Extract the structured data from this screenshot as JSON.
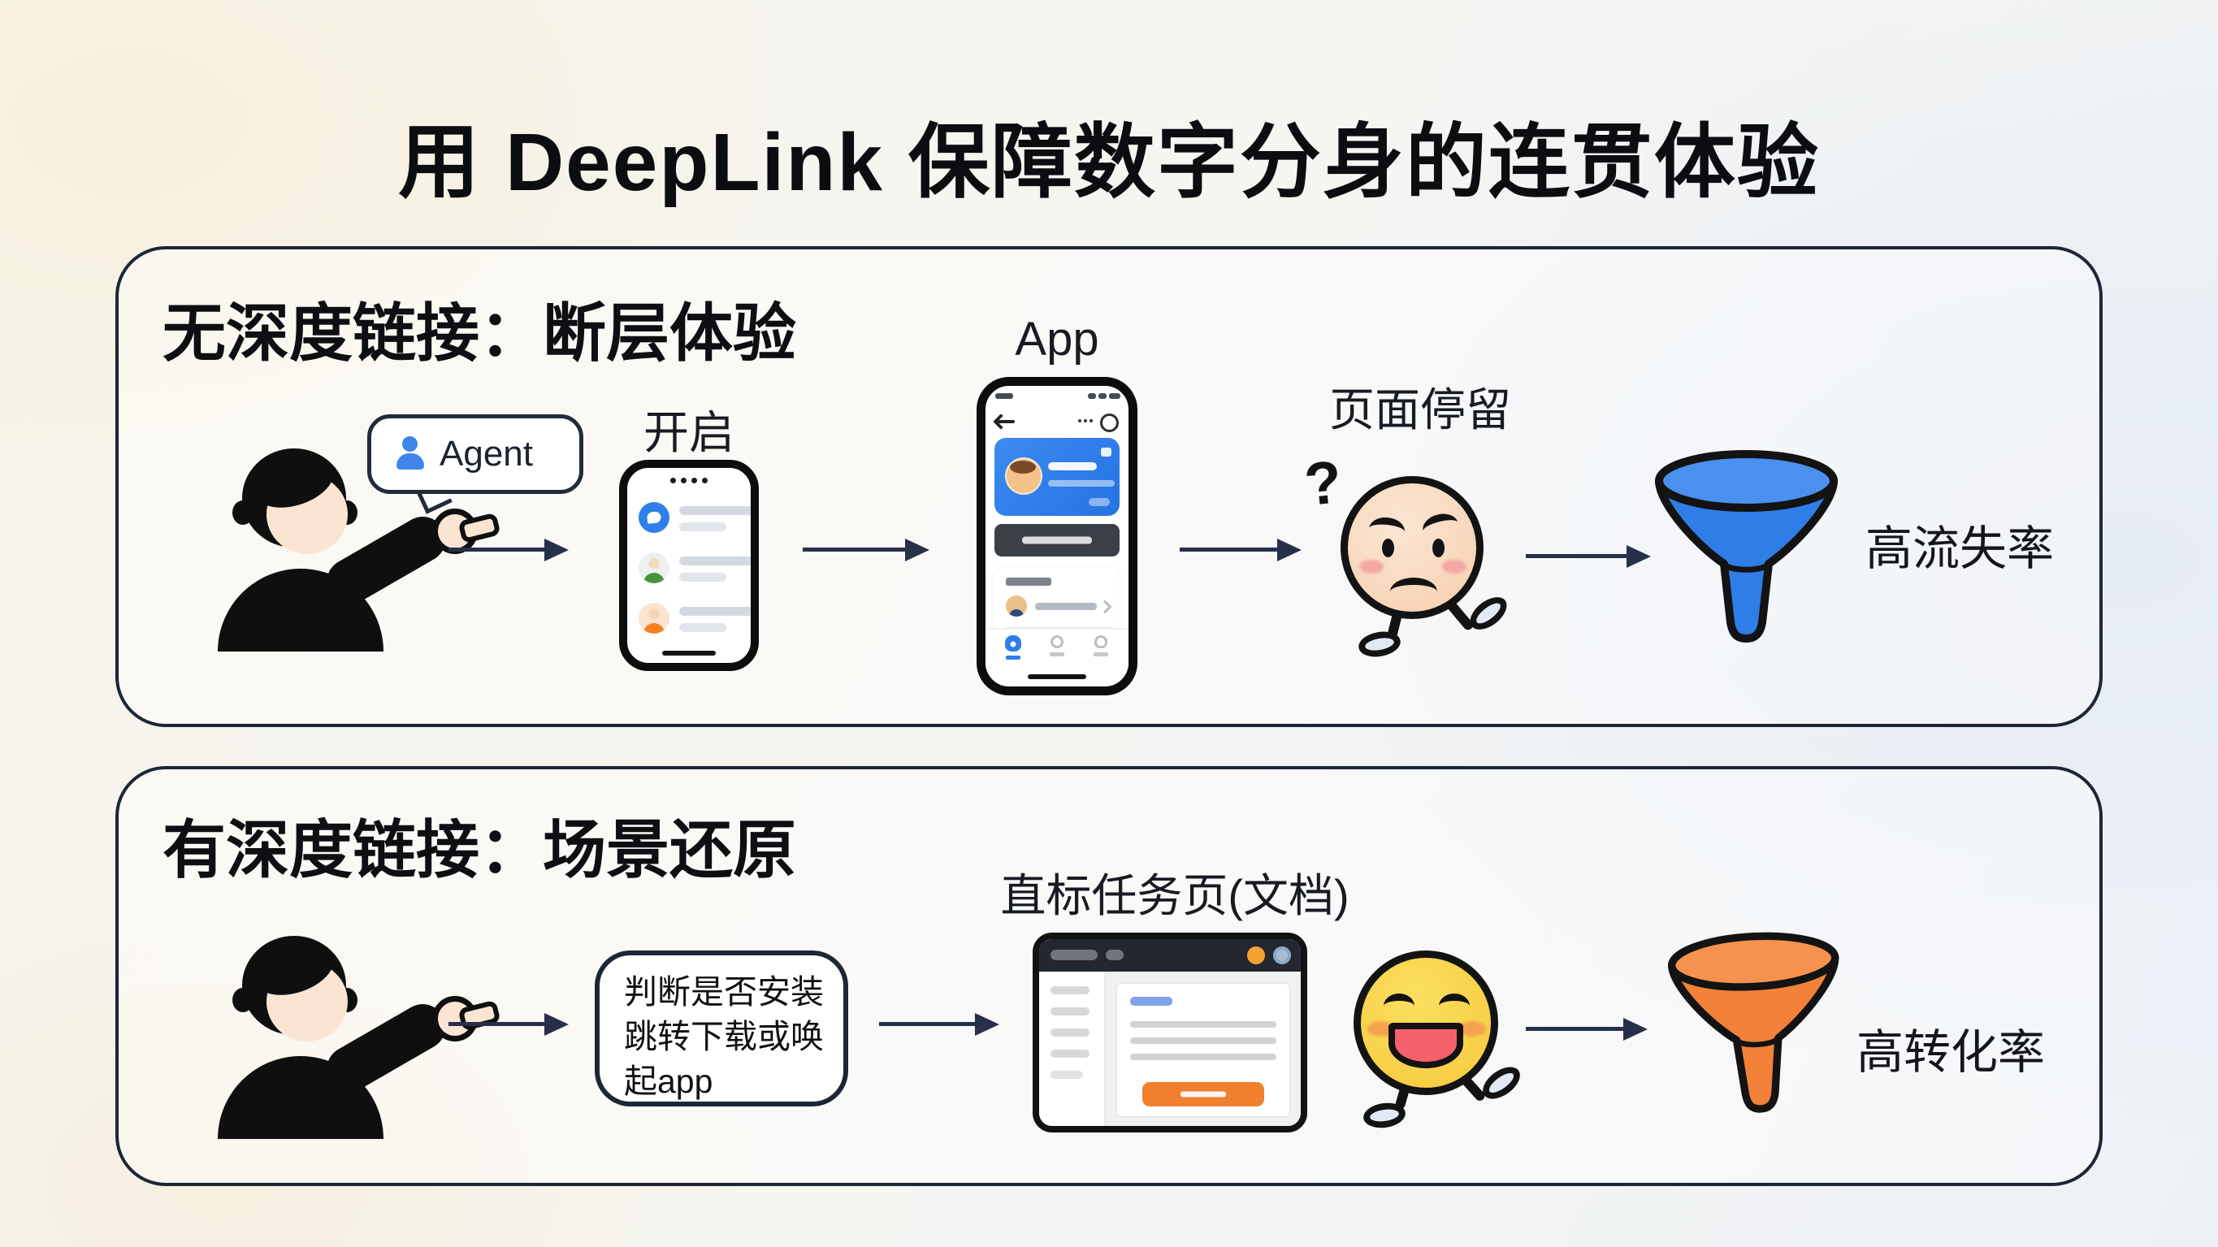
{
  "title": "用 DeepLink 保障数字分身的连贯体验",
  "panels": {
    "no_deeplink": {
      "heading": "无深度链接：断层体验",
      "agent_label": "Agent",
      "open_label": "开启",
      "app_label": "App",
      "stay_label": "页面停留",
      "question_mark": "?",
      "outcome_label": "高流失率"
    },
    "deeplink": {
      "heading": "有深度链接：场景还原",
      "decision_lines": [
        "判断是否安装",
        "跳转下载或唤",
        "起app"
      ],
      "doc_label": "直标任务页(文档)",
      "outcome_label": "高转化率"
    }
  },
  "colors": {
    "churn_funnel": "#2f7de6",
    "churn_funnel_rim": "#4a90ef",
    "convert_funnel": "#f2813a",
    "convert_funnel_rim": "#f6924e",
    "panel_border": "#1d2637",
    "arrow": "#27304a",
    "accent_blue": "#2e7fe8",
    "accent_orange": "#f08030"
  }
}
